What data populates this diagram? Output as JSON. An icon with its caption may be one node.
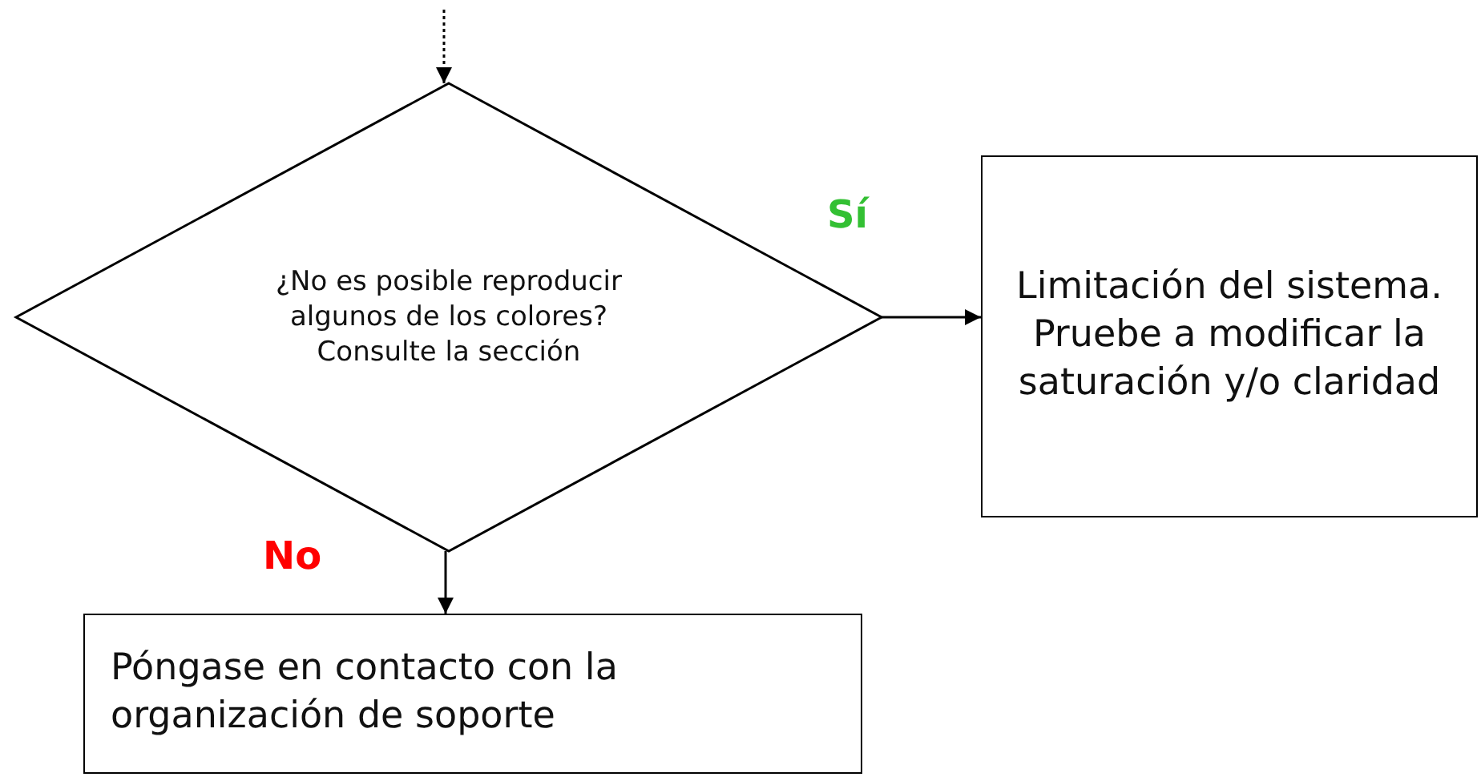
{
  "diagram": {
    "nodes": [
      {
        "text": [
          "¿No es posible reproducir algunos de los colores? Consulte la sección"
        ]
      },
      {
        "text": [
          "Limitación del sistema. Pruebe a modificar la saturación y/o claridad"
        ]
      },
      {
        "text": [
          "Póngase en contacto con la organización de soporte"
        ]
      }
    ],
    "edges": [
      {
        "from": null,
        "to": 0,
        "arrow": "to",
        "style": "dashed"
      },
      {
        "from": 0,
        "to": 1,
        "arrow": "to",
        "label": "Sí"
      },
      {
        "from": 0,
        "to": 2,
        "arrow": "to",
        "label": "No"
      }
    ]
  }
}
